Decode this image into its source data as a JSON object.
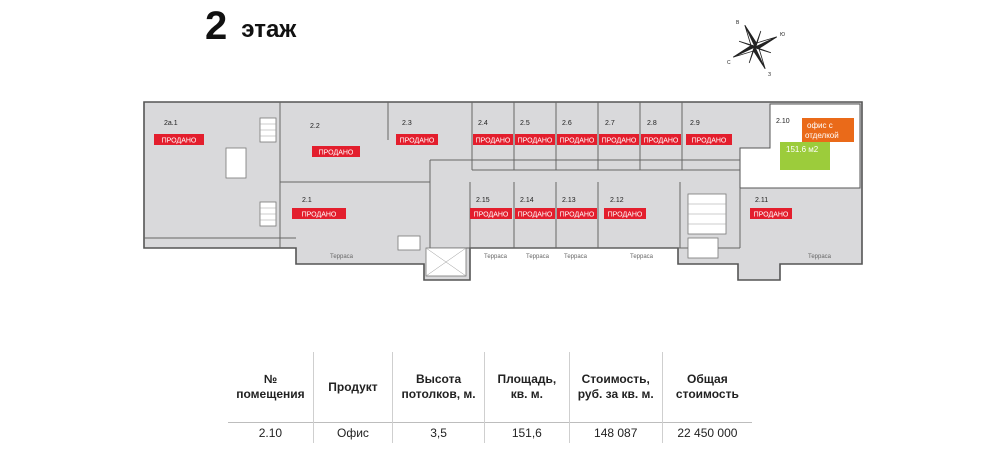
{
  "floor": {
    "number": "2",
    "label": "этаж"
  },
  "compass": {
    "n": "В",
    "e": "Ю",
    "s": "З",
    "w": "С"
  },
  "plan": {
    "sold_label": "ПРОДАНО",
    "terrace_label": "Терраса",
    "rooms": [
      "2а.1",
      "2.2",
      "2.3",
      "2.4",
      "2.5",
      "2.6",
      "2.7",
      "2.8",
      "2.9",
      "2.10",
      "2.1",
      "2.15",
      "2.14",
      "2.13",
      "2.12",
      "2.11"
    ],
    "highlight": {
      "line1": "офис с",
      "line2": "отделкой",
      "area": "151.6 м2"
    }
  },
  "colors": {
    "sold": "#e31e2d",
    "orange": "#ea6a19",
    "green": "#9ccc3b",
    "floor_fill": "#d9d9db",
    "wall": "#555555"
  },
  "table": {
    "headers": [
      "№\nпомещения",
      "Продукт",
      "Высота\nпотолков, м.",
      "Площадь,\nкв. м.",
      "Стоимость,\nруб. за кв. м.",
      "Общая\nстоимость"
    ],
    "row": [
      "2.10",
      "Офис",
      "3,5",
      "151,6",
      "148 087",
      "22 450 000"
    ]
  }
}
